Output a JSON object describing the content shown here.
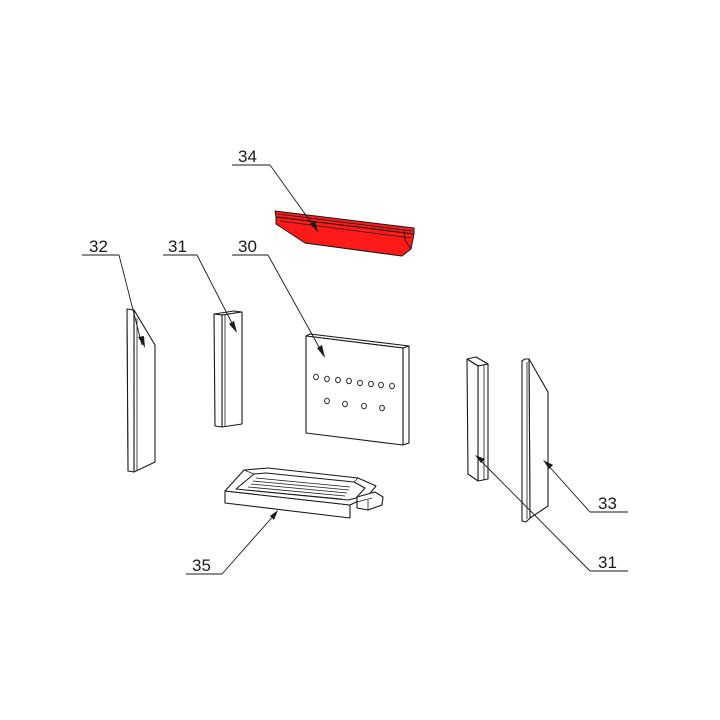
{
  "diagram": {
    "type": "exploded-parts-view",
    "highlight_color": "#ff1a1a",
    "line_color": "#1a1a1a",
    "background": "#ffffff",
    "callouts": [
      {
        "id": "c34",
        "label": "34",
        "part": "top baffle (highlighted)"
      },
      {
        "id": "c32",
        "label": "32",
        "part": "left side panel"
      },
      {
        "id": "c31a",
        "label": "31",
        "part": "left side brick"
      },
      {
        "id": "c30",
        "label": "30",
        "part": "rear panel with air holes"
      },
      {
        "id": "c35",
        "label": "35",
        "part": "base grate tray"
      },
      {
        "id": "c33",
        "label": "33",
        "part": "right side panel"
      },
      {
        "id": "c31b",
        "label": "31",
        "part": "right side brick"
      }
    ],
    "rear_panel_holes": {
      "row1": 8,
      "row2": 4
    }
  }
}
